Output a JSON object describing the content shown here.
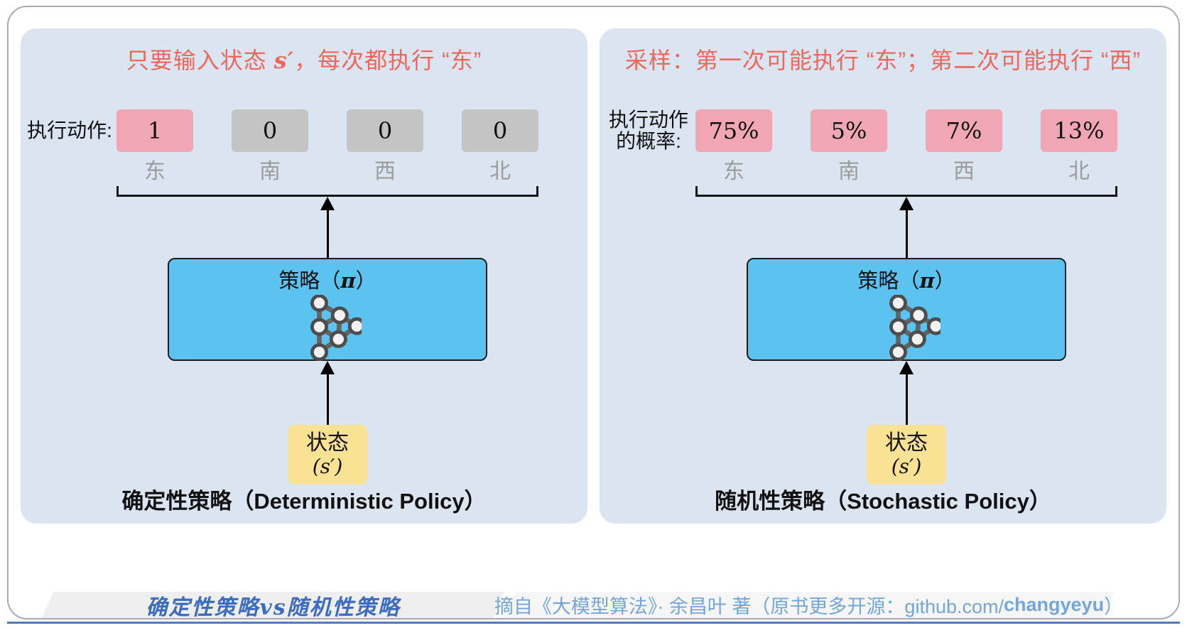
{
  "colors": {
    "panel_bg": "#dbe5f2",
    "policy_box": "#5cc3f0",
    "state_box": "#fae294",
    "highlight_pink": "#f1a7b3",
    "inactive_gray": "#c4c4c4",
    "headline_red": "#ed685a",
    "direction_gray": "#9c9c9c",
    "footer_title_blue": "#3b6cc1",
    "attribution_blue": "#73a6da",
    "bottom_rule_blue": "#4e7db8"
  },
  "panels": [
    {
      "headline": {
        "pre": "只要输入状态 ",
        "math": "s′",
        "post": "，每次都执行 “东”"
      },
      "row_label_line1": "执行动作:",
      "row_label_line2": "",
      "boxes": [
        {
          "value": "1",
          "variant": "pink"
        },
        {
          "value": "0",
          "variant": "gray"
        },
        {
          "value": "0",
          "variant": "gray"
        },
        {
          "value": "0",
          "variant": "gray"
        }
      ],
      "directions": [
        "东",
        "南",
        "西",
        "北"
      ],
      "policy_title": {
        "pre": "策略（",
        "math": "π",
        "post": "）"
      },
      "state": {
        "line1": "状态",
        "line2": "(s′)"
      },
      "caption": "确定性策略（Deterministic Policy）"
    },
    {
      "headline": {
        "pre": "采样：第一次可能执行 “东”；第二次可能执行 “西”",
        "math": "",
        "post": ""
      },
      "row_label_line1": "执行动作",
      "row_label_line2": "的概率:",
      "boxes": [
        {
          "value": "75%",
          "variant": "pink"
        },
        {
          "value": "5%",
          "variant": "pink"
        },
        {
          "value": "7%",
          "variant": "pink"
        },
        {
          "value": "13%",
          "variant": "pink"
        }
      ],
      "directions": [
        "东",
        "南",
        "西",
        "北"
      ],
      "policy_title": {
        "pre": "策略（",
        "math": "π",
        "post": "）"
      },
      "state": {
        "line1": "状态",
        "line2": "(s′)"
      },
      "caption": "随机性策略（Stochastic Policy）"
    }
  ],
  "footer": {
    "title": "确定性策略vs随机性策略",
    "attribution_pre": "摘自《大模型算法》· 余昌叶 著（原书更多开源：github.com/",
    "attribution_bold": "changyeyu",
    "attribution_post": "）"
  }
}
